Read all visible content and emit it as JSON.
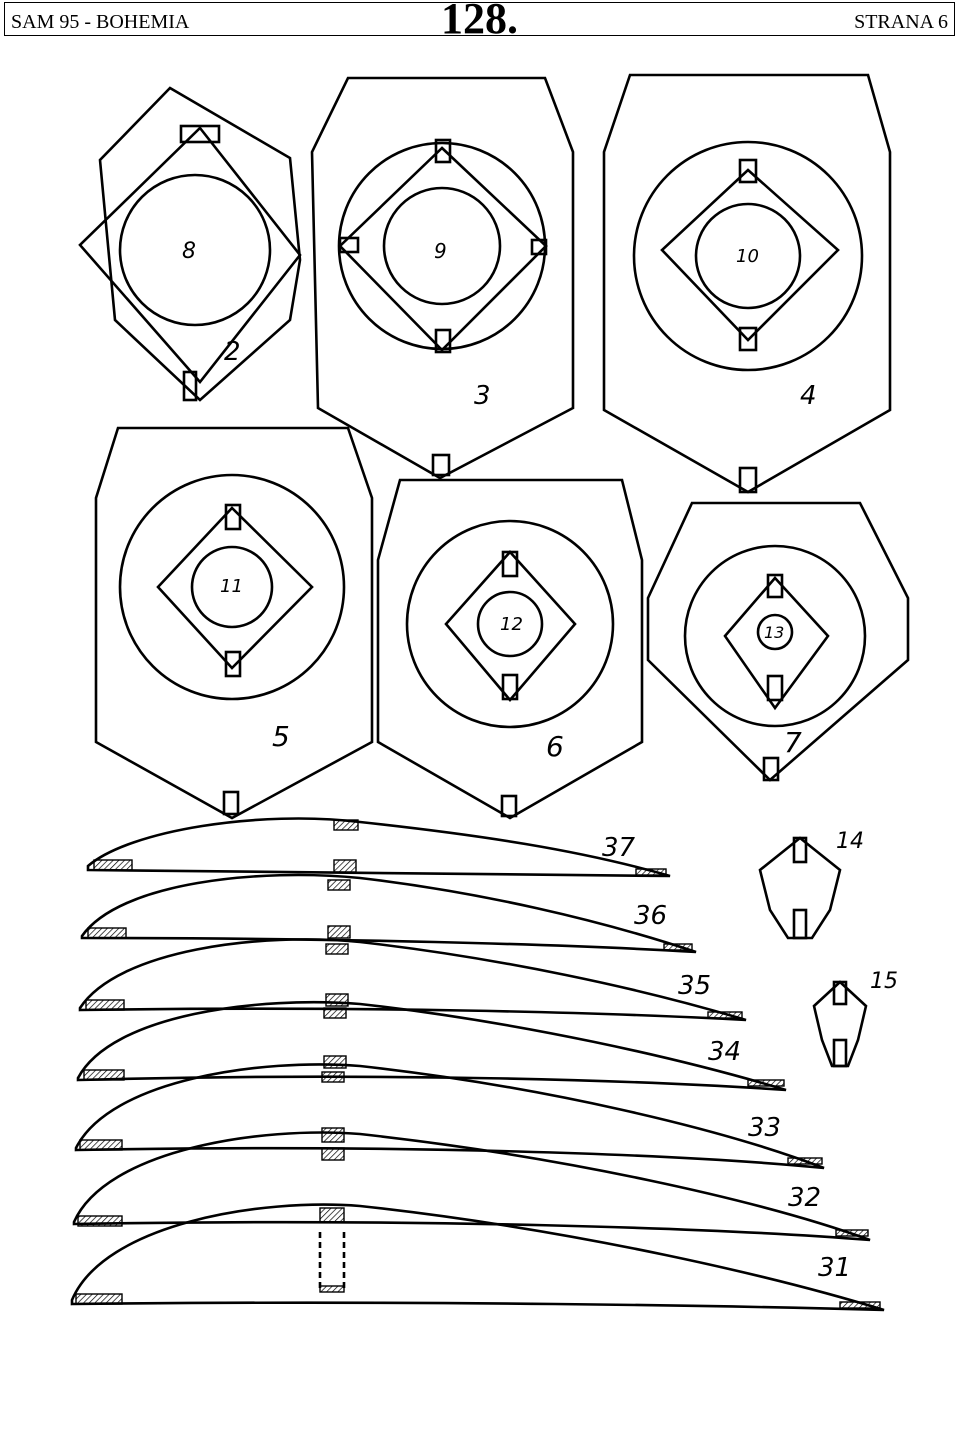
{
  "header": {
    "left": "SAM 95 - BOHEMIA",
    "center": "128.",
    "right": "STRANA 6"
  },
  "formers": [
    {
      "id": "f2",
      "number": "2"
    },
    {
      "id": "f8",
      "number": "8"
    },
    {
      "id": "f3",
      "number": "3"
    },
    {
      "id": "f9",
      "number": "9"
    },
    {
      "id": "f4",
      "number": "4"
    },
    {
      "id": "f10",
      "number": "10"
    },
    {
      "id": "f5",
      "number": "5"
    },
    {
      "id": "f11",
      "number": "11"
    },
    {
      "id": "f6",
      "number": "6"
    },
    {
      "id": "f12",
      "number": "12"
    },
    {
      "id": "f7",
      "number": "7"
    },
    {
      "id": "f13",
      "number": "13"
    }
  ],
  "small_parts": [
    {
      "id": "p14",
      "number": "14"
    },
    {
      "id": "p15",
      "number": "15"
    }
  ],
  "ribs": [
    {
      "id": "r37",
      "number": "37"
    },
    {
      "id": "r36",
      "number": "36"
    },
    {
      "id": "r35",
      "number": "35"
    },
    {
      "id": "r34",
      "number": "34"
    },
    {
      "id": "r33",
      "number": "33"
    },
    {
      "id": "r32",
      "number": "32"
    },
    {
      "id": "r31",
      "number": "31"
    }
  ]
}
